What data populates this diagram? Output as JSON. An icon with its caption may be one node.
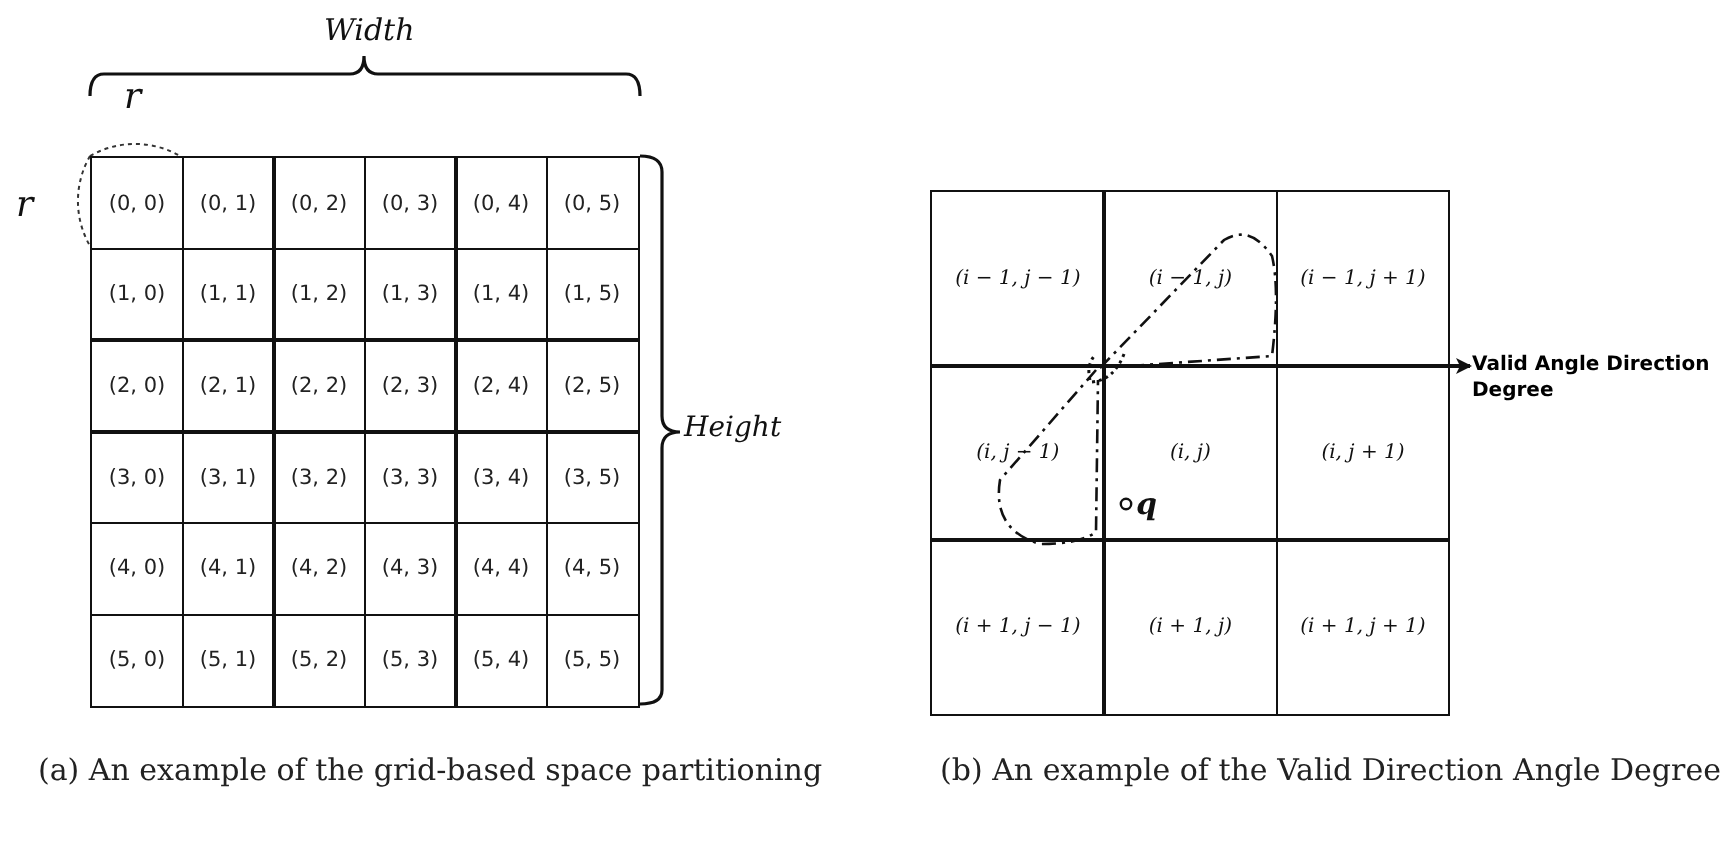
{
  "diagram": {
    "nodes": [
      {
        "text": [
          "(0, 0)"
        ]
      },
      {
        "text": [
          "(0, 1)"
        ]
      },
      {
        "text": [
          "(0, 2)"
        ]
      },
      {
        "text": [
          "(0, 3)"
        ]
      },
      {
        "text": [
          "(0, 4)"
        ]
      },
      {
        "text": [
          "(0, 5)"
        ]
      },
      {
        "text": [
          "(1, 0)"
        ]
      },
      {
        "text": [
          "(1, 1)"
        ]
      },
      {
        "text": [
          "(1, 2)"
        ]
      },
      {
        "text": [
          "(1, 3)"
        ]
      },
      {
        "text": [
          "(1, 4)"
        ]
      },
      {
        "text": [
          "(1, 5)"
        ]
      },
      {
        "text": [
          "(2, 0)"
        ]
      },
      {
        "text": [
          "(2, 1)"
        ]
      },
      {
        "text": [
          "(2, 2)"
        ]
      },
      {
        "text": [
          "(2, 3)"
        ]
      },
      {
        "text": [
          "(2, 4)"
        ]
      },
      {
        "text": [
          "(2, 5)"
        ]
      },
      {
        "text": [
          "(3, 0)"
        ]
      },
      {
        "text": [
          "(3, 1)"
        ]
      },
      {
        "text": [
          "(3, 2)"
        ]
      },
      {
        "text": [
          "(3, 3)"
        ]
      },
      {
        "text": [
          "(3, 4)"
        ]
      },
      {
        "text": [
          "(3, 5)"
        ]
      },
      {
        "text": [
          "(4, 0)"
        ]
      },
      {
        "text": [
          "(4, 1)"
        ]
      },
      {
        "text": [
          "(4, 2)"
        ]
      },
      {
        "text": [
          "(4, 3)"
        ]
      },
      {
        "text": [
          "(4, 4)"
        ]
      },
      {
        "text": [
          "(4, 5)"
        ]
      },
      {
        "text": [
          "(5, 0)"
        ]
      },
      {
        "text": [
          "(5, 1)"
        ]
      },
      {
        "text": [
          "(5, 2)"
        ]
      },
      {
        "text": [
          "(5, 3)"
        ]
      },
      {
        "text": [
          "(5, 4)"
        ]
      },
      {
        "text": [
          "(5, 5)"
        ]
      },
      {
        "text": [
          "(i − 1, j − 1)"
        ]
      },
      {
        "text": [
          "(i − 1, j)"
        ]
      },
      {
        "text": [
          "(i − 1, j + 1)"
        ]
      },
      {
        "text": [
          "(i, j − 1)"
        ]
      },
      {
        "text": [
          "(i, j)"
        ]
      },
      {
        "text": [
          "(i, j + 1)"
        ]
      },
      {
        "text": [
          "(i + 1, j − 1)"
        ]
      },
      {
        "text": [
          "(i + 1, j)"
        ]
      },
      {
        "text": [
          "(i + 1, j + 1)"
        ]
      },
      {
        "text": [
          "Valid Angle Direction Degree"
        ]
      },
      {
        "text": [],
        "shape": "arc"
      }
    ],
    "edges": [
      {
        "from": 46,
        "to": 45,
        "arrow": "to"
      }
    ],
    "labels": [
      "Width",
      "r",
      "r",
      "Height",
      "q",
      "(a) An example of the grid-based space partitioning",
      "(b) An example of the Valid Direction Angle Degree"
    ]
  }
}
